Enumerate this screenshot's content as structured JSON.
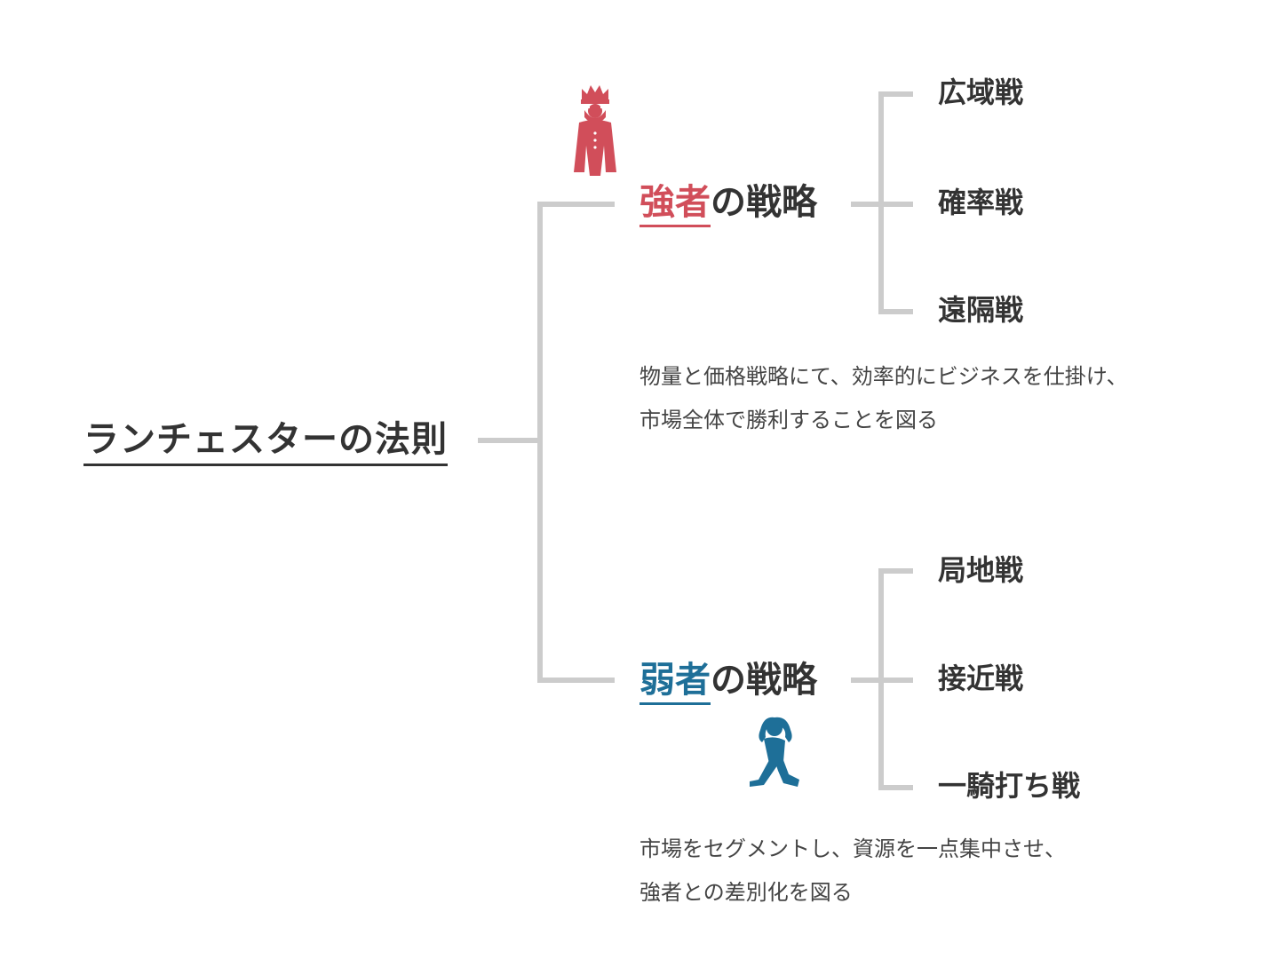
{
  "root": {
    "title": "ランチェスターの法則"
  },
  "strong": {
    "highlight": "強者",
    "rest": "の戦略",
    "color": "#d14e5a",
    "icon": "king-icon",
    "tactics": [
      "広域戦",
      "確率戦",
      "遠隔戦"
    ],
    "description": [
      "物量と価格戦略にて、効率的にビジネスを仕掛け、",
      "市場全体で勝利することを図る"
    ]
  },
  "weak": {
    "highlight": "弱者",
    "rest": "の戦略",
    "color": "#1e6f98",
    "icon": "struggling-person-icon",
    "tactics": [
      "局地戦",
      "接近戦",
      "一騎打ち戦"
    ],
    "description": [
      "市場をセグメントし、資源を一点集中させ、",
      "強者との差別化を図る"
    ]
  },
  "connector_color": "#cccccc"
}
